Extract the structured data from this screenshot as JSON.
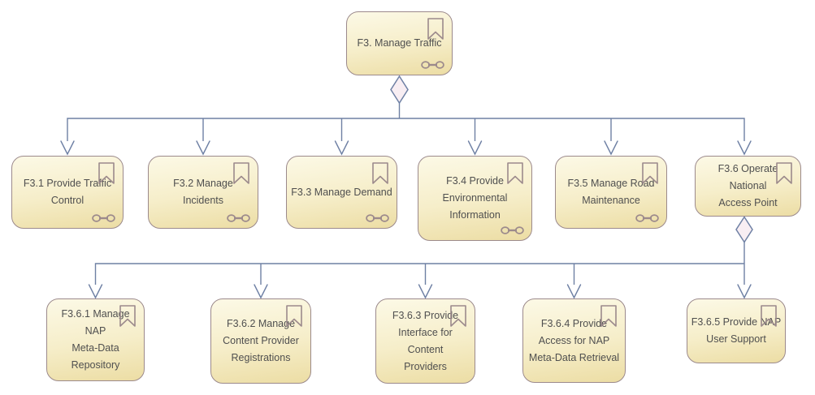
{
  "diagram": {
    "title": "Function decomposition diagram",
    "notation": "function hierarchy with aggregation diamonds",
    "colors": {
      "background": "#ffffff",
      "node_border": "#9c8a8c",
      "node_fill_top": "#fcf9e6",
      "node_fill_bottom": "#ecdda4",
      "connector": "#6e80a4",
      "diamond_fill": "#f8eef3",
      "text": "#4f4f4f"
    },
    "icons": {
      "corner_decoration": "bookmark-icon",
      "bottom_decoration": "chain-link-icon"
    }
  },
  "nodes": [
    {
      "id": "F3",
      "label": "F3. Manage Traffic",
      "has_link_icon": true
    },
    {
      "id": "F3.1",
      "label": "F3.1 Provide Traffic\nControl",
      "has_link_icon": true
    },
    {
      "id": "F3.2",
      "label": "F3.2 Manage Incidents",
      "has_link_icon": true
    },
    {
      "id": "F3.3",
      "label": "F3.3 Manage Demand",
      "has_link_icon": true
    },
    {
      "id": "F3.4",
      "label": "F3.4 Provide\nEnvironmental\nInformation",
      "has_link_icon": true
    },
    {
      "id": "F3.5",
      "label": "F3.5 Manage Road\nMaintenance",
      "has_link_icon": true
    },
    {
      "id": "F3.6",
      "label": "F3.6 Operate National\nAccess Point",
      "has_link_icon": false
    },
    {
      "id": "F3.6.1",
      "label": "F3.6.1 Manage NAP\nMeta-Data\nRepository",
      "has_link_icon": false
    },
    {
      "id": "F3.6.2",
      "label": "F3.6.2 Manage\nContent Provider\nRegistrations",
      "has_link_icon": false
    },
    {
      "id": "F3.6.3",
      "label": "F3.6.3 Provide\nInterface for Content\nProviders",
      "has_link_icon": false
    },
    {
      "id": "F3.6.4",
      "label": "F3.6.4 Provide\nAccess for NAP\nMeta-Data Retrieval",
      "has_link_icon": false
    },
    {
      "id": "F3.6.5",
      "label": "F3.6.5 Provide NAP\nUser Support",
      "has_link_icon": false
    }
  ],
  "relations": [
    {
      "parent": "F3",
      "children": [
        "F3.1",
        "F3.2",
        "F3.3",
        "F3.4",
        "F3.5",
        "F3.6"
      ],
      "type": "aggregation"
    },
    {
      "parent": "F3.6",
      "children": [
        "F3.6.1",
        "F3.6.2",
        "F3.6.3",
        "F3.6.4",
        "F3.6.5"
      ],
      "type": "aggregation"
    }
  ]
}
